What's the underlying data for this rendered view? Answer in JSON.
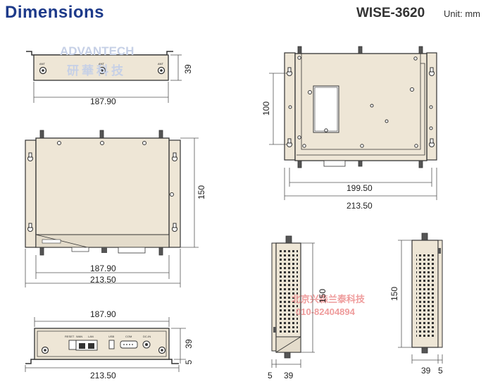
{
  "header": {
    "title": "Dimensions",
    "model": "WISE-3620",
    "unit": "Unit: mm"
  },
  "watermarks": {
    "brand": "ADVANTECH",
    "brand_cn": "研華科技",
    "dealer": "北京兴森兰泰科技",
    "phone": "010-82404894"
  },
  "dimensions": {
    "front_width": "187.90",
    "front_height": "39",
    "top_depth": "150",
    "top_body_width": "187.90",
    "top_overall_width": "213.50",
    "bottom_bracket": "100",
    "bottom_body_width": "199.50",
    "bottom_overall_width": "213.50",
    "rear_body_width": "187.90",
    "rear_height": "39",
    "rear_overall_width": "213.50",
    "rear_flange": "5",
    "side_depth": "150",
    "side_flange": "5",
    "side_thickness": "39",
    "side2_depth": "150",
    "side2_thickness": "39",
    "side2_flange": "5"
  },
  "panel_labels": {
    "rear_ports": [
      "RESET",
      "WAN",
      "LAN",
      "USB",
      "COM",
      "DC-IN"
    ]
  }
}
